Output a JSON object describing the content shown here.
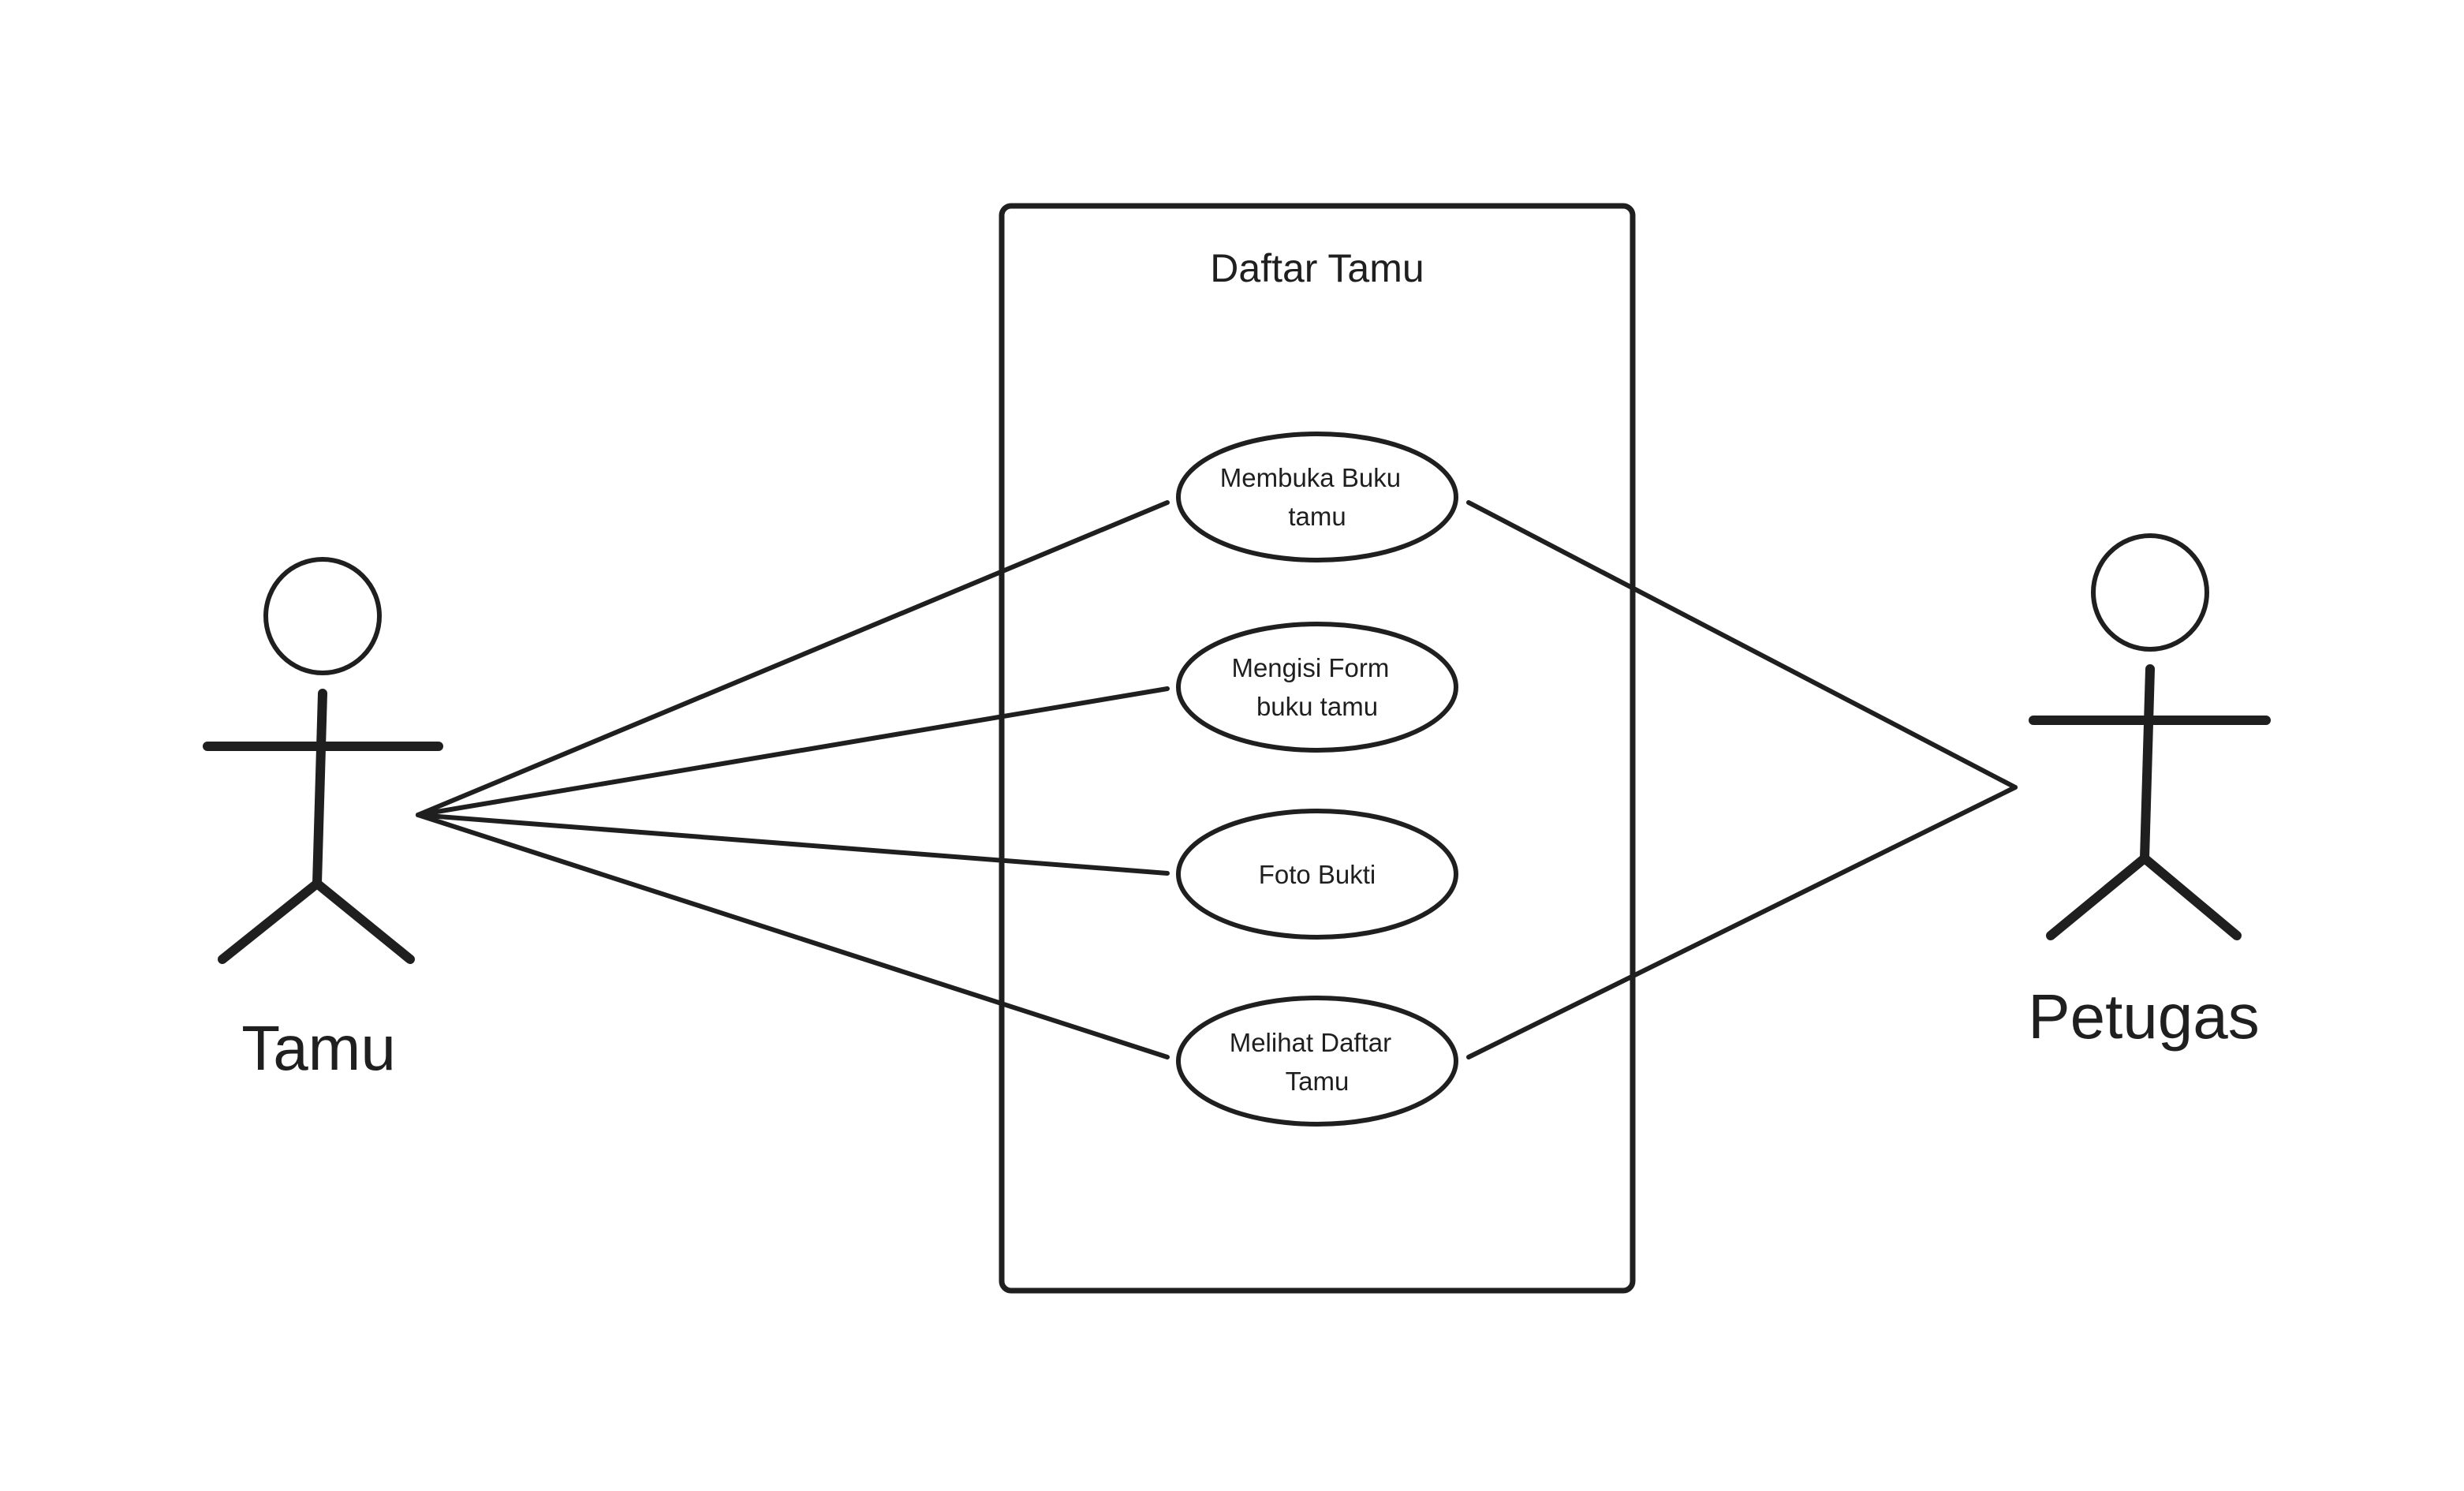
{
  "diagram": {
    "type": "use-case",
    "system": {
      "title": "Daftar Tamu"
    },
    "use_cases": [
      {
        "id": "uc-membuka-buku-tamu",
        "lines": [
          "Membuka Buku",
          "tamu"
        ]
      },
      {
        "id": "uc-mengisi-form",
        "lines": [
          "Mengisi Form",
          "buku tamu"
        ]
      },
      {
        "id": "uc-foto-bukti",
        "lines": [
          "Foto Bukti"
        ]
      },
      {
        "id": "uc-melihat-daftar-tamu",
        "lines": [
          "Melihat Daftar",
          "Tamu"
        ]
      }
    ],
    "actors": [
      {
        "id": "tamu",
        "label": "Tamu"
      },
      {
        "id": "petugas",
        "label": "Petugas"
      }
    ],
    "associations": [
      {
        "actor": "tamu",
        "use_case": "uc-membuka-buku-tamu"
      },
      {
        "actor": "tamu",
        "use_case": "uc-mengisi-form"
      },
      {
        "actor": "tamu",
        "use_case": "uc-foto-bukti"
      },
      {
        "actor": "tamu",
        "use_case": "uc-melihat-daftar-tamu"
      },
      {
        "actor": "petugas",
        "use_case": "uc-membuka-buku-tamu"
      },
      {
        "actor": "petugas",
        "use_case": "uc-melihat-daftar-tamu"
      }
    ]
  }
}
